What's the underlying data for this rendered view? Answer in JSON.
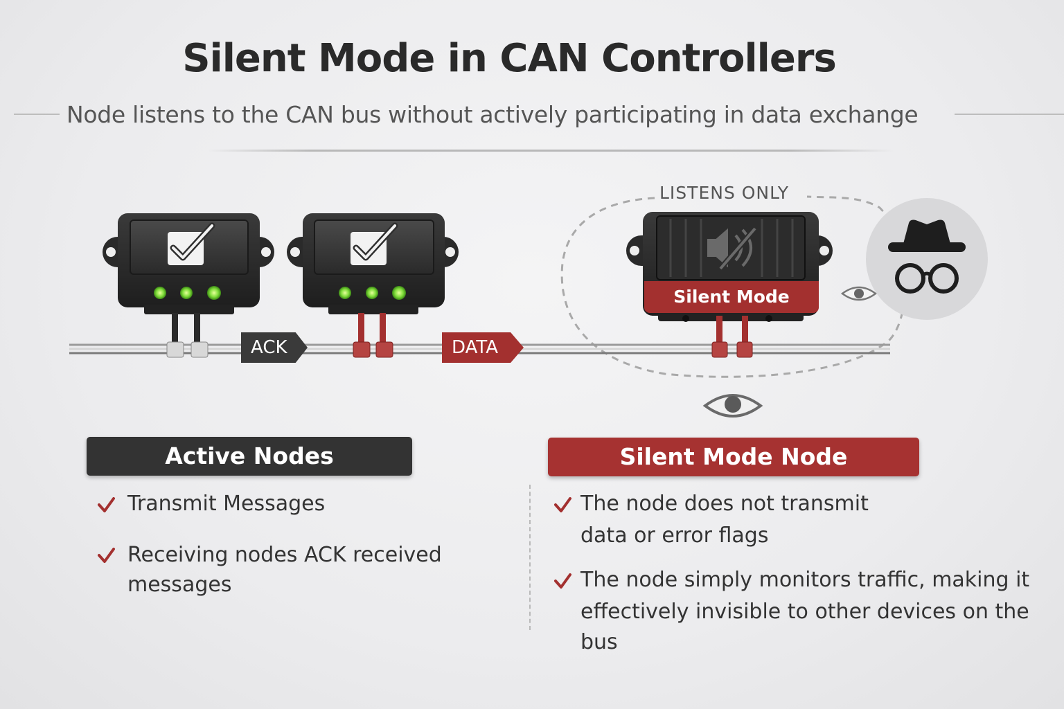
{
  "title": "Silent Mode in CAN Controllers",
  "subtitle": "Node listens to the CAN bus without actively participating in data exchange",
  "diagram": {
    "listens_only_label": "LISTENS ONLY",
    "ack_label": "ACK",
    "data_label": "DATA",
    "silent_badge": "Silent Mode",
    "icons": [
      "checkbox-icon",
      "checkbox-icon",
      "mute-speaker-icon",
      "eye-icon",
      "incognito-icon"
    ]
  },
  "active": {
    "header": "Active Nodes",
    "items": [
      "Transmit Messages",
      "Receiving nodes ACK received",
      "messages"
    ]
  },
  "silent": {
    "header": "Silent Mode Node",
    "items": [
      "The node does not transmit",
      "data or error flags",
      "The node simply monitors traffic, making it",
      "effectively invisible to other devices on the bus"
    ]
  },
  "colors": {
    "accent_red": "#a3302f",
    "dark": "#333333",
    "led_green": "#7fdc3a"
  }
}
